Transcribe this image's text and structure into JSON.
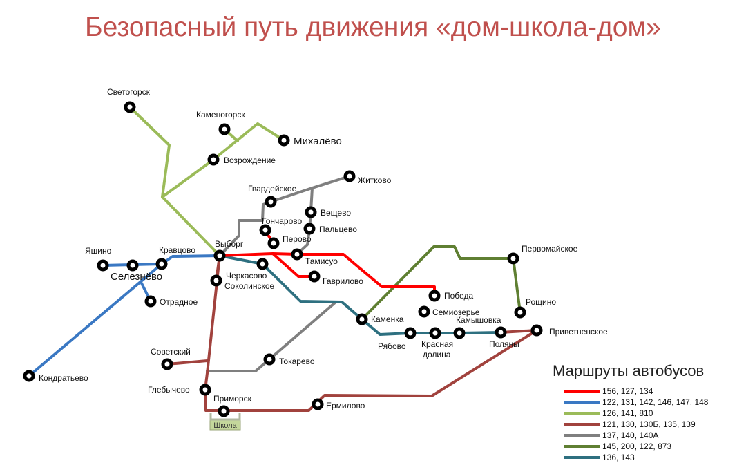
{
  "title": "Безопасный путь движения «дом-школа-дом»",
  "stations": {
    "svetogorsk": "Светогорск",
    "kamenogorsk": "Каменогорск",
    "mikhalevo": "Михалёво",
    "vozrozhdenie": "Возрождение",
    "zhitkovo": "Житково",
    "gvardeyskoe": "Гвардейское",
    "veschevo": "Вещево",
    "goncharovo": "Гончарово",
    "paltsevo": "Пальцево",
    "perovo": "Перово",
    "yashino": "Яшино",
    "kravtsovo": "Кравцово",
    "vyborg": "Выборг",
    "tamisuo": "Тамисуо",
    "pervomayskoe": "Первомайское",
    "seleznevo": "Селезнёво",
    "cherkasovo": "Черкасово",
    "gavrilovo": "Гаврилово",
    "sokolinskoe": "Соколинское",
    "otradnoe": "Отрадное",
    "pobeda": "Победа",
    "roschino": "Рощино",
    "semiozerye": "Семиозерье",
    "kamenka": "Каменка",
    "kamyshovka": "Камышовка",
    "privetninskoe": "Приветненское",
    "ryabovo": "Рябово",
    "krasnaya_1": "Красная",
    "krasnaya_2": "долина",
    "polyany": "Поляны",
    "sovetsky": "Советский",
    "tokarevo": "Токарево",
    "kondratyevo": "Кондратьево",
    "glebychevo": "Глебычево",
    "primorsk": "Приморск",
    "ermilovo": "Ермилово",
    "school": "Школа"
  },
  "legend": {
    "title": "Маршруты автобусов",
    "items": [
      {
        "color": "#ff0000",
        "label": "156, 127, 134"
      },
      {
        "color": "#3a78c3",
        "label": "122, 131, 142, 146, 147, 148"
      },
      {
        "color": "#9bbb59",
        "label": "126, 141, 810"
      },
      {
        "color": "#a1423d",
        "label": "121, 130, 130Б, 135, 139"
      },
      {
        "color": "#7f7f7f",
        "label": "137, 140, 140А"
      },
      {
        "color": "#5f7f32",
        "label": "145, 200, 122, 873"
      },
      {
        "color": "#2e7080",
        "label": "136, 143"
      }
    ]
  }
}
